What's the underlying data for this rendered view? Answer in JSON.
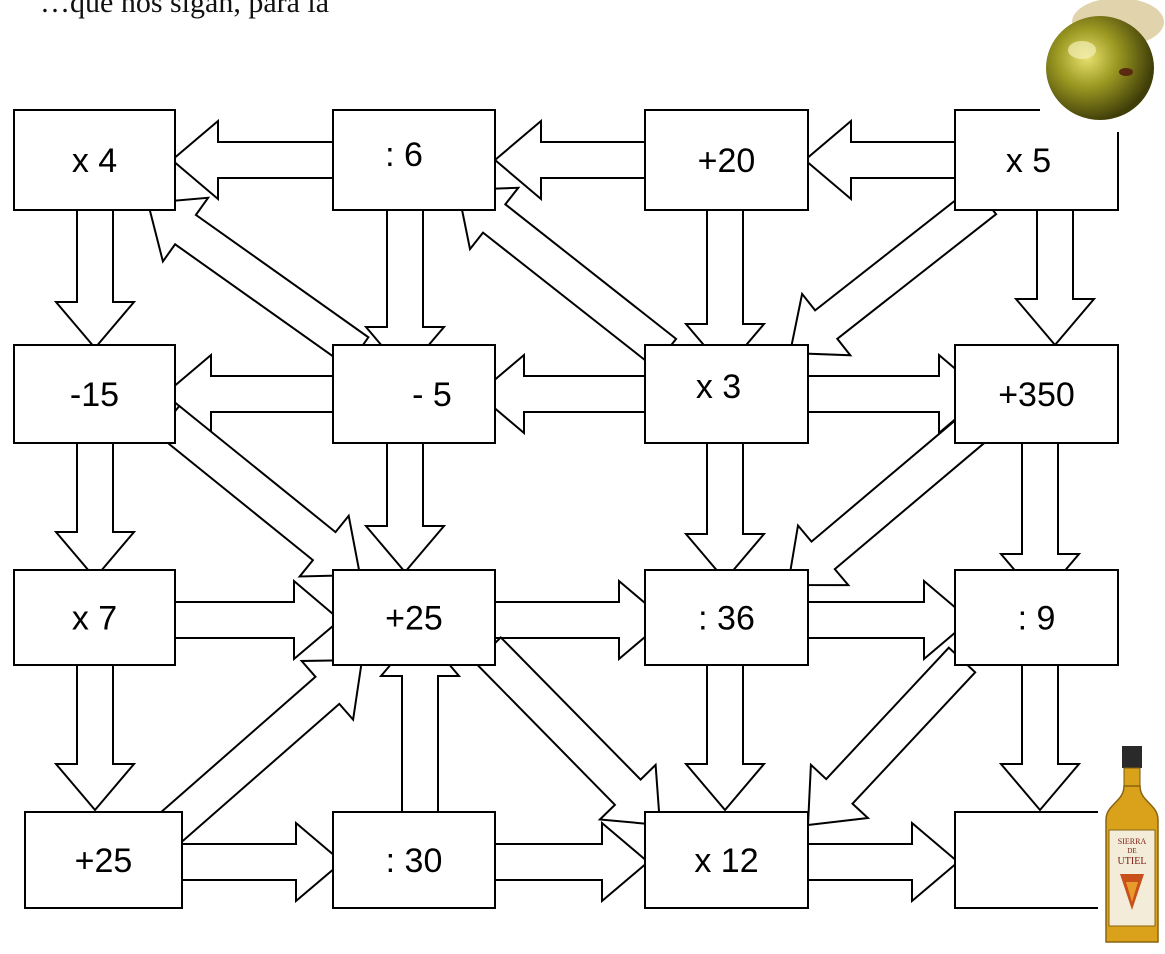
{
  "caption": "…que nos sigan, para la",
  "boxes": [
    {
      "id": "r1c1",
      "label": "x 4"
    },
    {
      "id": "r1c2",
      "label": ": 6"
    },
    {
      "id": "r1c3",
      "label": "+20"
    },
    {
      "id": "r1c4",
      "label": "x 5"
    },
    {
      "id": "r2c1",
      "label": "-15"
    },
    {
      "id": "r2c2",
      "label": "- 5"
    },
    {
      "id": "r2c3",
      "label": "x 3"
    },
    {
      "id": "r2c4",
      "label": "+350"
    },
    {
      "id": "r3c1",
      "label": "x 7"
    },
    {
      "id": "r3c2",
      "label": "+25"
    },
    {
      "id": "r3c3",
      "label": ": 36"
    },
    {
      "id": "r3c4",
      "label": ": 9"
    },
    {
      "id": "r4c1",
      "label": "+25"
    },
    {
      "id": "r4c2",
      "label": ": 30"
    },
    {
      "id": "r4c3",
      "label": "x 12"
    },
    {
      "id": "r4c4",
      "label": ""
    }
  ],
  "bottle_label": [
    "SIERRA",
    "DE",
    "UTIEL"
  ],
  "colors": {
    "olive": "#8a8a1a",
    "oil": "#d9a21a",
    "cap": "#2a2a2a"
  }
}
